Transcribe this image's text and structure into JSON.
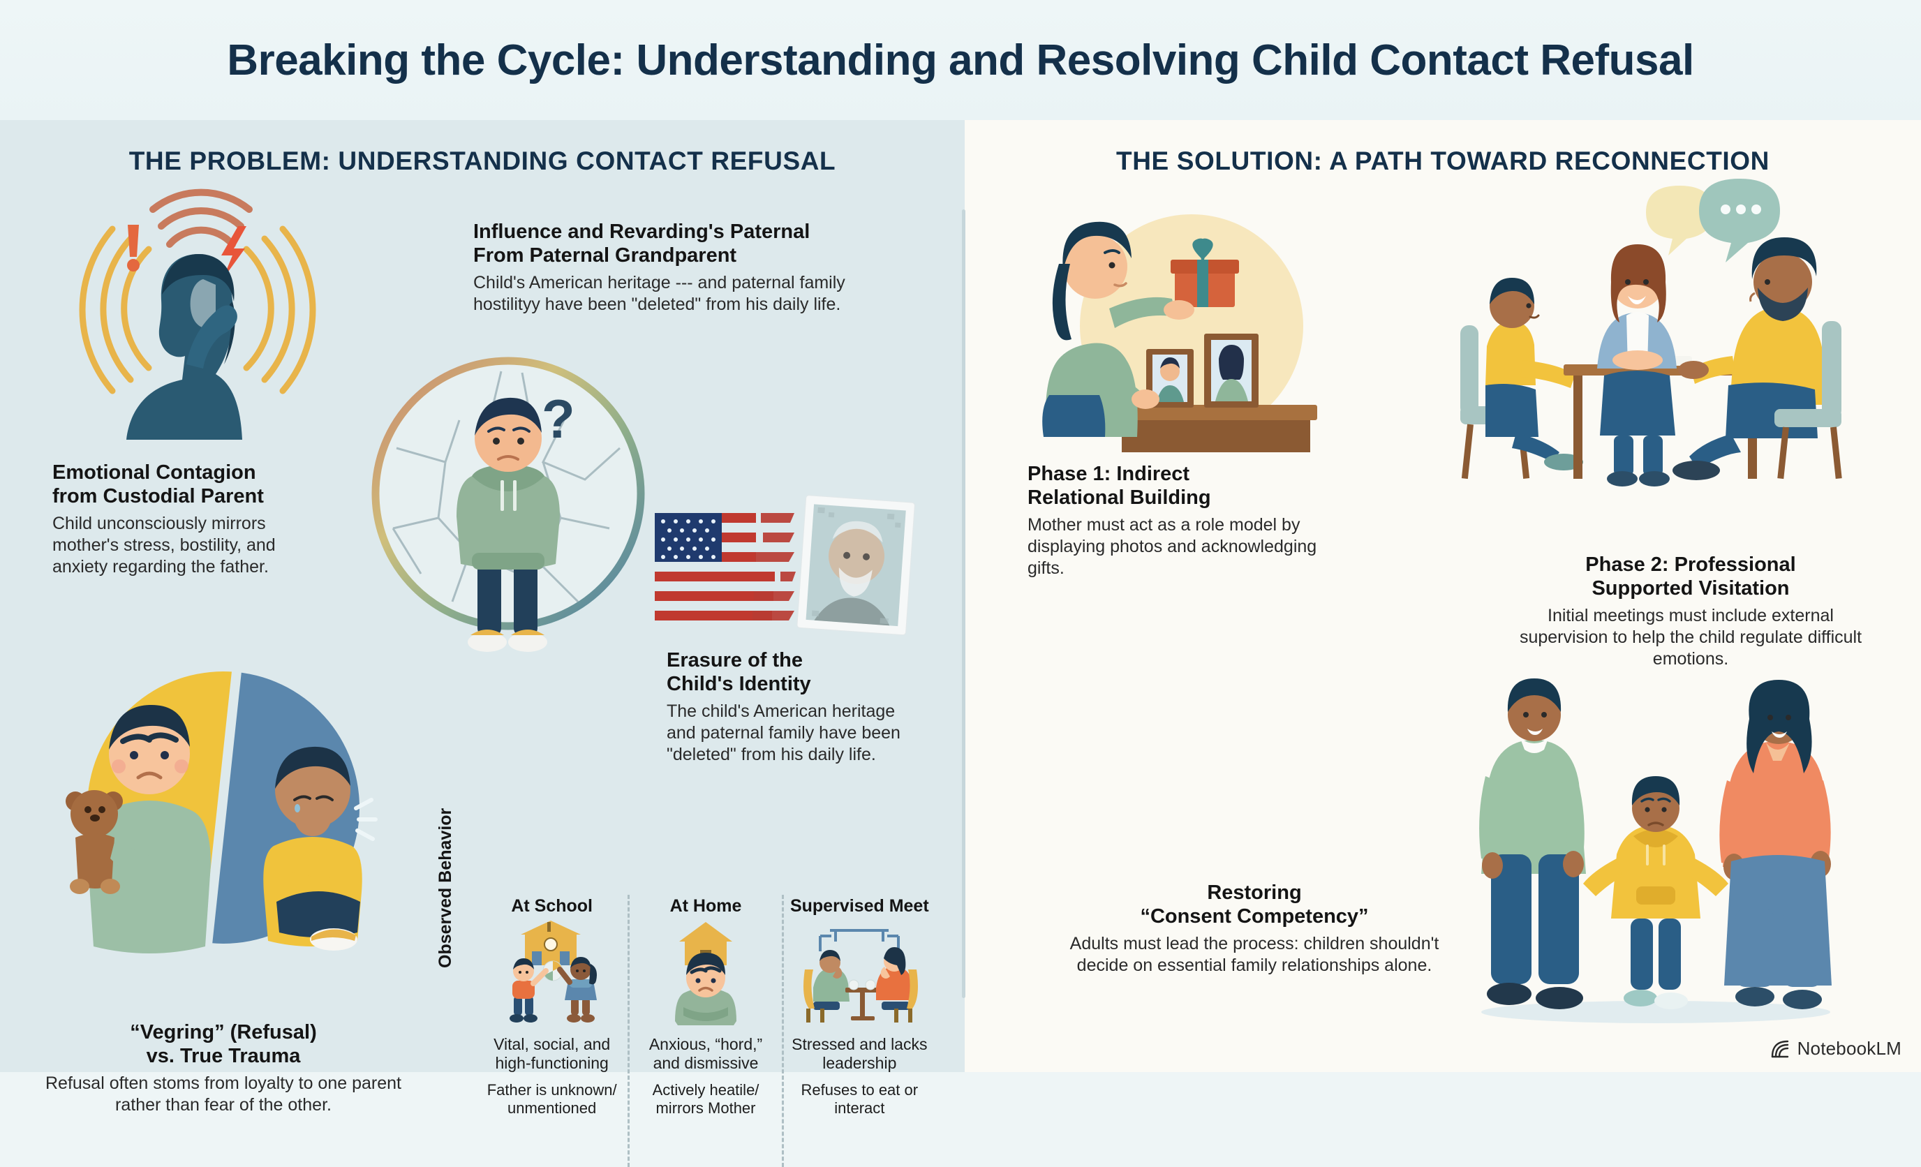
{
  "header": {
    "title": "Breaking the Cycle: Understanding and Resolving Child Contact Refusal"
  },
  "left": {
    "column_title": "THE PROBLEM: UNDERSTANDING CONTACT REFUSAL",
    "blocks": {
      "emotional_contagion": {
        "heading": "Emotional Contagion\nfrom Custodial Parent",
        "heading_line1": "Emotional Contagion",
        "heading_line2": "from Custodial Parent",
        "body": "Child unconsciously mirrors mother's stress, bostility, and anxiety regarding the father."
      },
      "influence": {
        "heading_line1": "Influence and Revarding's Paternal",
        "heading_line2": "From Paternal Grandparent",
        "body": "Child's American heritage --- and paternal family hostilityy have been \"deleted\" from his daily life."
      },
      "erasure": {
        "heading_line1": "Erasure of the",
        "heading_line2": "Child's Identity",
        "body": "The child's American heritage and paternal family have been \"deleted\" from his daily life."
      },
      "vegring": {
        "heading_line1": "“Vegring” (Refusal)",
        "heading_line2": "vs. True Trauma",
        "body": "Refusal often stoms from loyalty to one parent rather than fear of the other."
      }
    },
    "behavior_table": {
      "row_label": "Observed Behavior",
      "columns": [
        {
          "header": "At School",
          "line1": "Vital, social, and high-functioning",
          "line2": "Father is unknown/ unmentioned",
          "icon": "school-icon"
        },
        {
          "header": "At Home",
          "line1": "Anxious, “hord,” and dismissive",
          "line2": "Actively heatile/ mirrors Mother",
          "icon": "house-icon"
        },
        {
          "header": "Supervised Meet",
          "line1": "Stressed and lacks leadership",
          "line2": "Refuses to eat or interact",
          "icon": "table-chairs-icon"
        }
      ]
    }
  },
  "right": {
    "column_title": "THE SOLUTION: A PATH TOWARD RECONNECTION",
    "blocks": {
      "phase1": {
        "heading_line1": "Phase 1: Indirect",
        "heading_line2": "Relational Building",
        "body": "Mother must act as a role model by displaying photos and acknowledging gifts."
      },
      "phase2": {
        "heading_line1": "Phase 2: Professional",
        "heading_line2": "Supported Visitation",
        "body": "Initial meetings must include external supervision to help the child regulate difficult emotions."
      },
      "restoring": {
        "heading_line1": "Restoring",
        "heading_line2": "“Consent Competency”",
        "body": "Adults must lead the process: children shouldn't decide on essential family relationships alone."
      }
    }
  },
  "watermark": {
    "label": "NotebookLM",
    "icon": "notebooklm-spiral-icon"
  },
  "colors": {
    "title_navy": "#14304a",
    "panel_left_bg": "#dde9ec",
    "panel_right_bg": "#fbfaf5",
    "accent_orange": "#e4683f",
    "accent_gold": "#e8b44a",
    "accent_green": "#8fb69a",
    "accent_blue": "#4a7fa5",
    "flag_red": "#c0392f",
    "flag_navy": "#1f3a6e"
  }
}
